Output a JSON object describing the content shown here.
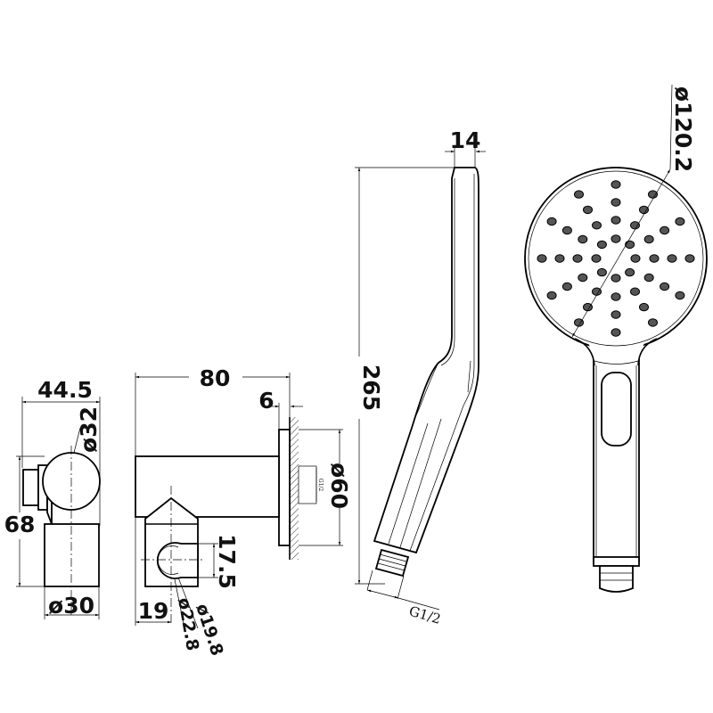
{
  "drawing": {
    "holder_side_view": {
      "width_label": "44.5",
      "knob_diameter_label": "ø32",
      "height_label": "68",
      "base_diameter_label": "ø30"
    },
    "holder_front_view": {
      "length_label": "80",
      "plate_thickness_label": "6",
      "plate_diameter_label": "ø60",
      "thread_label": "G1/2",
      "clip_height_label": "17.5",
      "clip_offset_label": "19",
      "clip_inner_diameter_label": "ø19.8",
      "clip_outer_diameter_label": "ø22.8"
    },
    "handset_side_view": {
      "thickness_label": "14",
      "length_label": "265",
      "thread_label": "G1/2"
    },
    "handset_front_view": {
      "head_diameter_label": "ø120.2"
    }
  }
}
